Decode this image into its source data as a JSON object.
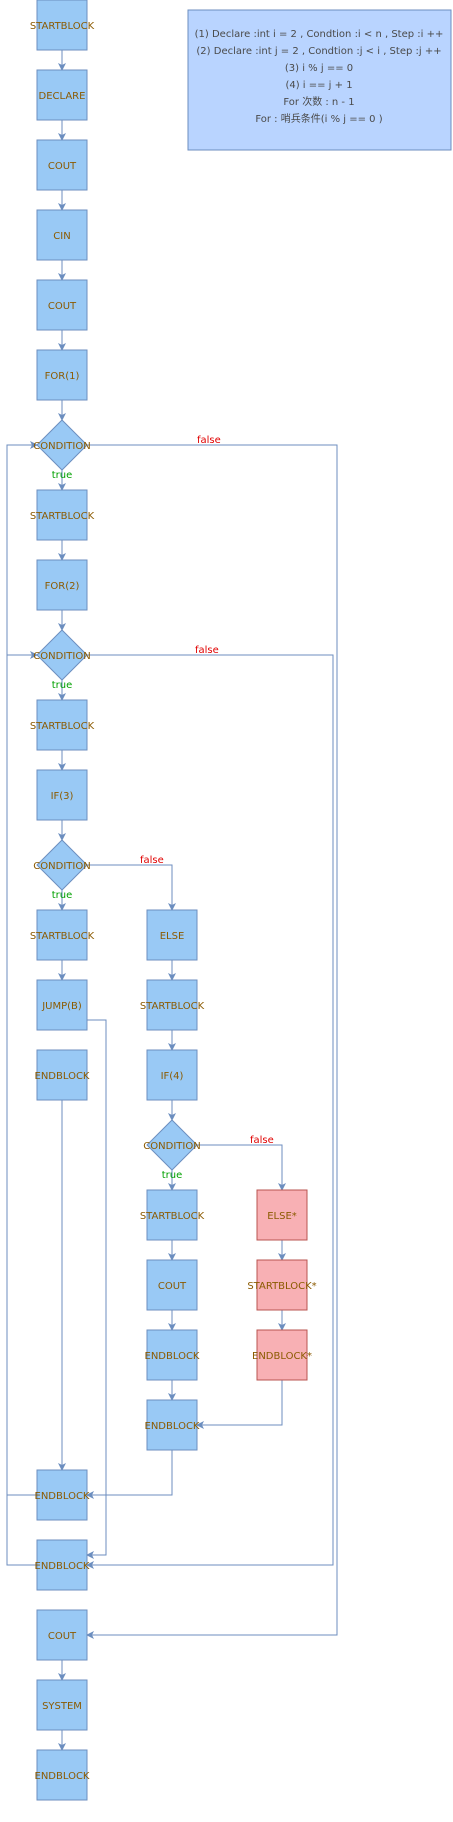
{
  "colors": {
    "node_fill": "#99c9f5",
    "node_stroke": "#6c8ebf",
    "alt_fill": "#f8b0b4",
    "alt_stroke": "#b85450",
    "label_text": "#8b5a00",
    "edge": "#6c8ebf",
    "true_color": "#00a000",
    "false_color": "#e00000",
    "note_fill": "#b9d4ff",
    "note_stroke": "#6c8ebf"
  },
  "note": {
    "lines": [
      "(1)  Declare :int i = 2  , Condtion :i < n , Step :i ++",
      "(2)  Declare :int j = 2  , Condtion :j < i , Step :j ++",
      "(3) i % j == 0",
      "(4) i == j + 1",
      "For 次数 : n - 1",
      "For : 哨兵条件(i % j == 0 )"
    ]
  },
  "nodes": [
    {
      "id": "n_start1",
      "label": "STARTBLOCK",
      "shape": "rect"
    },
    {
      "id": "n_declare",
      "label": "DECLARE",
      "shape": "rect"
    },
    {
      "id": "n_cout1",
      "label": "COUT",
      "shape": "rect"
    },
    {
      "id": "n_cin",
      "label": "CIN",
      "shape": "rect"
    },
    {
      "id": "n_cout2",
      "label": "COUT",
      "shape": "rect"
    },
    {
      "id": "n_for1",
      "label": "FOR(1)",
      "shape": "rect"
    },
    {
      "id": "n_cond1",
      "label": "CONDITION",
      "shape": "diamond"
    },
    {
      "id": "n_start2",
      "label": "STARTBLOCK",
      "shape": "rect"
    },
    {
      "id": "n_for2",
      "label": "FOR(2)",
      "shape": "rect"
    },
    {
      "id": "n_cond2",
      "label": "CONDITION",
      "shape": "diamond"
    },
    {
      "id": "n_start3",
      "label": "STARTBLOCK",
      "shape": "rect"
    },
    {
      "id": "n_if3",
      "label": "IF(3)",
      "shape": "rect"
    },
    {
      "id": "n_cond3",
      "label": "CONDITION",
      "shape": "diamond"
    },
    {
      "id": "n_start4",
      "label": "STARTBLOCK",
      "shape": "rect"
    },
    {
      "id": "n_jump",
      "label": "JUMP(B)",
      "shape": "rect"
    },
    {
      "id": "n_end1",
      "label": "ENDBLOCK",
      "shape": "rect"
    },
    {
      "id": "n_else",
      "label": "ELSE",
      "shape": "rect"
    },
    {
      "id": "n_start5",
      "label": "STARTBLOCK",
      "shape": "rect"
    },
    {
      "id": "n_if4",
      "label": "IF(4)",
      "shape": "rect"
    },
    {
      "id": "n_cond4",
      "label": "CONDITION",
      "shape": "diamond"
    },
    {
      "id": "n_start6",
      "label": "STARTBLOCK",
      "shape": "rect"
    },
    {
      "id": "n_cout3",
      "label": "COUT",
      "shape": "rect"
    },
    {
      "id": "n_end2",
      "label": "ENDBLOCK",
      "shape": "rect"
    },
    {
      "id": "n_end3",
      "label": "ENDBLOCK",
      "shape": "rect"
    },
    {
      "id": "n_else2",
      "label": "ELSE*",
      "shape": "rect",
      "alt": true
    },
    {
      "id": "n_start7",
      "label": "STARTBLOCK*",
      "shape": "rect",
      "alt": true
    },
    {
      "id": "n_end4",
      "label": "ENDBLOCK*",
      "shape": "rect",
      "alt": true
    },
    {
      "id": "n_end5",
      "label": "ENDBLOCK",
      "shape": "rect"
    },
    {
      "id": "n_end6",
      "label": "ENDBLOCK",
      "shape": "rect"
    },
    {
      "id": "n_cout4",
      "label": "COUT",
      "shape": "rect"
    },
    {
      "id": "n_system",
      "label": "SYSTEM",
      "shape": "rect"
    },
    {
      "id": "n_end7",
      "label": "ENDBLOCK",
      "shape": "rect"
    }
  ],
  "edge_labels": [
    {
      "id": "e_true1",
      "text": "true",
      "kind": "true"
    },
    {
      "id": "e_false1",
      "text": "false",
      "kind": "false"
    },
    {
      "id": "e_true2",
      "text": "true",
      "kind": "true"
    },
    {
      "id": "e_false2",
      "text": "false",
      "kind": "false"
    },
    {
      "id": "e_true3",
      "text": "true",
      "kind": "true"
    },
    {
      "id": "e_false3",
      "text": "false",
      "kind": "false"
    },
    {
      "id": "e_true4",
      "text": "true",
      "kind": "true"
    },
    {
      "id": "e_false4",
      "text": "false",
      "kind": "false"
    }
  ]
}
